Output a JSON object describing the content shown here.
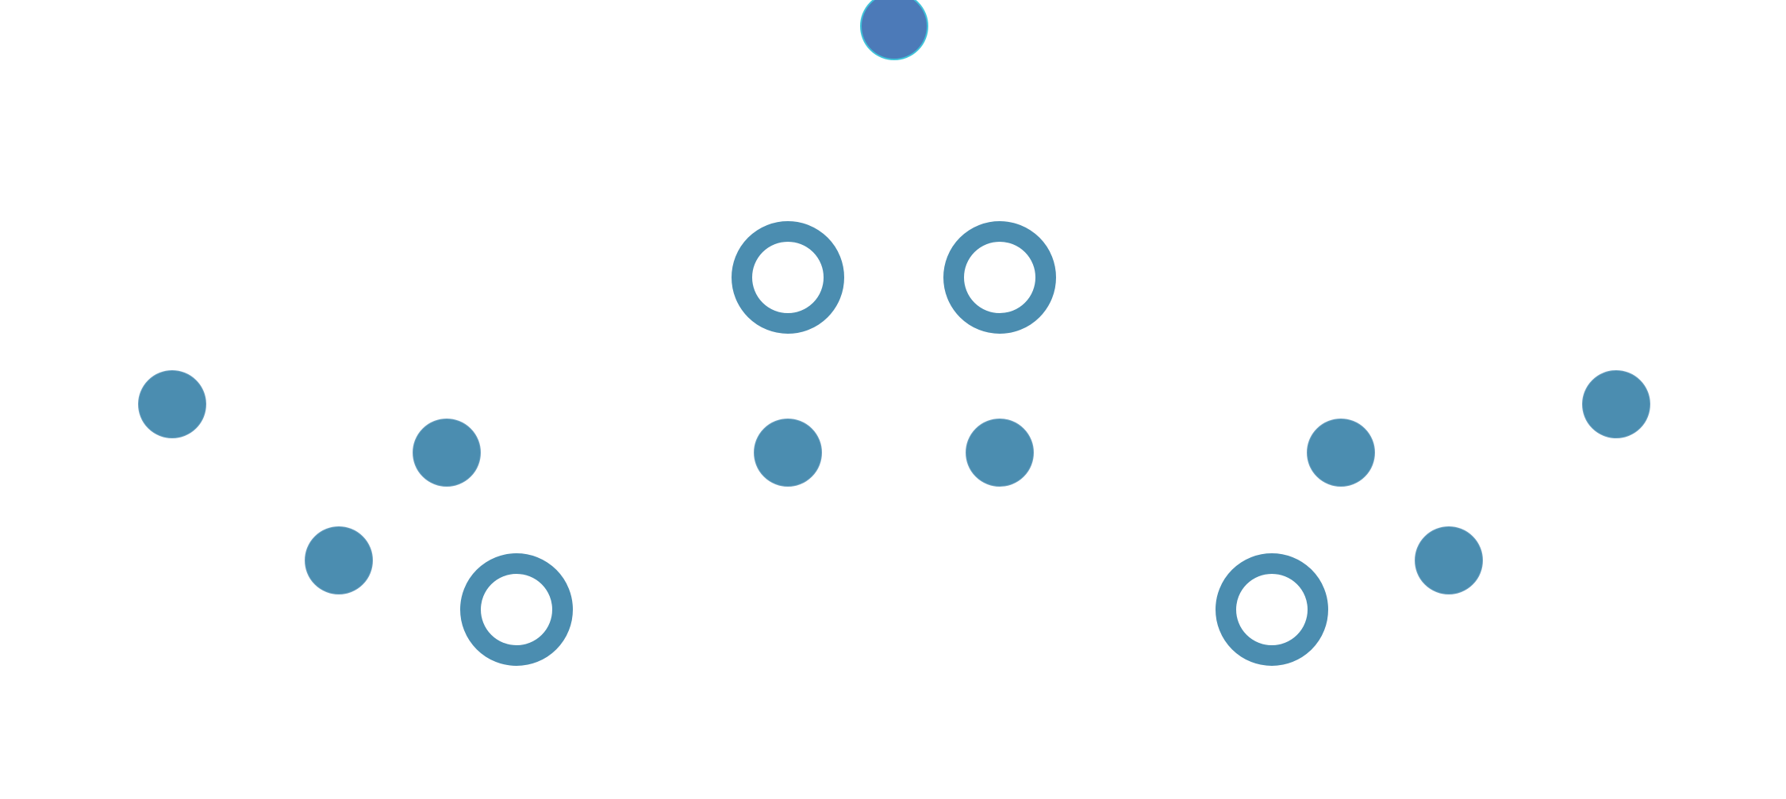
{
  "colors": {
    "target": "#4b8db0",
    "cursor": "#4c7ab8",
    "cursor_outline": "#3fc3d9",
    "background": "#ffffff"
  },
  "cursor_disc": {
    "state": "active"
  },
  "targets": [
    {
      "kind": "ring",
      "state": "hollow"
    },
    {
      "kind": "ring",
      "state": "hollow"
    },
    {
      "kind": "filled",
      "state": "solid"
    },
    {
      "kind": "filled",
      "state": "solid"
    },
    {
      "kind": "filled",
      "state": "solid"
    },
    {
      "kind": "filled",
      "state": "solid"
    },
    {
      "kind": "filled",
      "state": "solid"
    },
    {
      "kind": "filled",
      "state": "solid"
    },
    {
      "kind": "filled",
      "state": "solid"
    },
    {
      "kind": "filled",
      "state": "solid"
    },
    {
      "kind": "ring",
      "state": "hollow"
    },
    {
      "kind": "ring",
      "state": "hollow"
    }
  ]
}
